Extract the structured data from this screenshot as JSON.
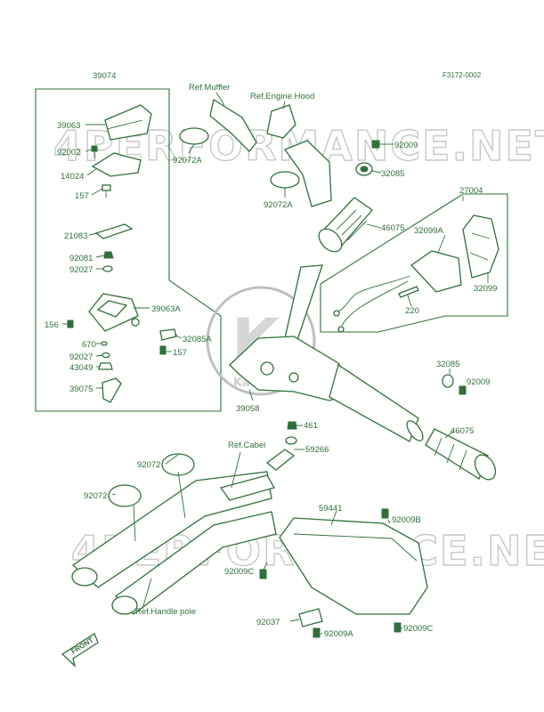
{
  "figure_code": "F3172-0002",
  "watermark": "4PERFORMANCE.NET",
  "logo": {
    "text": "Kawasaki",
    "letter": "K"
  },
  "front_label": "FRONT",
  "ref_labels": {
    "muffler": "Ref.Muffler",
    "engine_hood": "Ref.Engine Hood",
    "cable": "Ref.Cabel",
    "handle_pole": "Ref.Handle pole"
  },
  "parts": {
    "p39074": "39074",
    "p39063": "39063",
    "p92002": "92002",
    "p14024": "14024",
    "p157a": "157",
    "p21083": "21083",
    "p92081": "92081",
    "p92027a": "92027",
    "p39063A": "39063A",
    "p156": "156",
    "p670": "670",
    "p92027b": "92027",
    "p43049": "43049",
    "p39075": "39075",
    "p32085A": "32085A",
    "p157b": "157",
    "p92072Aa": "92072A",
    "p92072Ab": "92072A",
    "p92009a": "92009",
    "p32085a": "32085",
    "p46075a": "46075",
    "p27004": "27004",
    "p32099A": "32099A",
    "p32099": "32099",
    "p220": "220",
    "p39058": "39058",
    "p32085b": "32085",
    "p92009b": "92009",
    "p461": "461",
    "p59266": "59266",
    "p46075b": "46075",
    "p92072a": "92072",
    "p92072b": "92072",
    "p59441": "59441",
    "p92009B": "92009B",
    "p92009Ca": "92009C",
    "p92037": "92037",
    "p92009A": "92009A",
    "p92009Cb": "92009C"
  }
}
